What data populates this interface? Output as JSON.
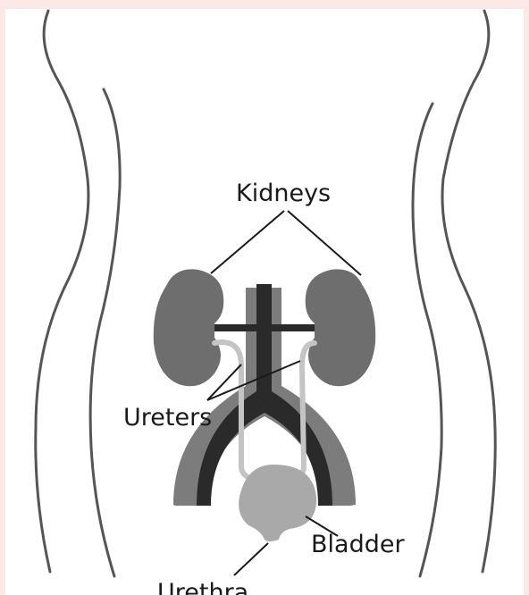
{
  "labels": {
    "kidneys": "Kidneys",
    "ureters": "Ureters",
    "bladder": "Bladder",
    "urethra": "Urethra"
  },
  "colors": {
    "page_border": "#fde8e8",
    "body_outline": "#555555",
    "kidney": "#6e6e6e",
    "aorta": "#2a2a2a",
    "vena_cava": "#7c7c7c",
    "ureter": "#c4c4c4",
    "bladder": "#a9a9a9",
    "label_text": "#1a1a1a"
  }
}
